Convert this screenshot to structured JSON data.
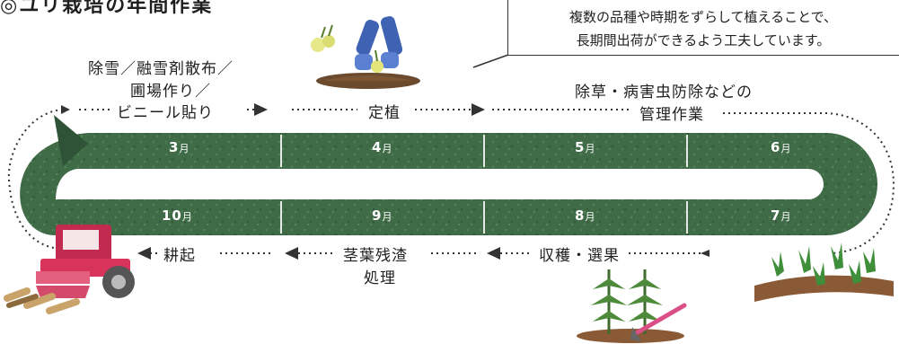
{
  "title": "◎ユリ栽培の年間作業",
  "callout": {
    "line1": "複数の品種や時期をずらして植えることで、",
    "line2": "長期間出荷ができるよう工夫しています。"
  },
  "months_top": [
    {
      "num": "3",
      "unit": "月"
    },
    {
      "num": "4",
      "unit": "月"
    },
    {
      "num": "5",
      "unit": "月"
    },
    {
      "num": "6",
      "unit": "月"
    }
  ],
  "months_bottom": [
    {
      "num": "10",
      "unit": "月"
    },
    {
      "num": "9",
      "unit": "月"
    },
    {
      "num": "8",
      "unit": "月"
    },
    {
      "num": "7",
      "unit": "月"
    }
  ],
  "tasks": {
    "snow": {
      "line1": "除雪／融雪剤散布／",
      "line2": "圃場作り／",
      "line3": "ビニール貼り"
    },
    "planting": "定植",
    "management": {
      "line1": "除草・病害虫防除などの",
      "line2": "管理作業"
    },
    "harvest": "収穫・選果",
    "residue": {
      "line1": "茎葉残渣",
      "line2": "処理"
    },
    "tillage": "耕起"
  },
  "colors": {
    "track": "#3f6b47",
    "track_dark": "#2b4f35",
    "arrow": "#333333"
  },
  "icons": [
    "planting-hands-icon",
    "tractor-icon",
    "lily-seedlings-icon",
    "lily-plants-hoe-icon"
  ]
}
